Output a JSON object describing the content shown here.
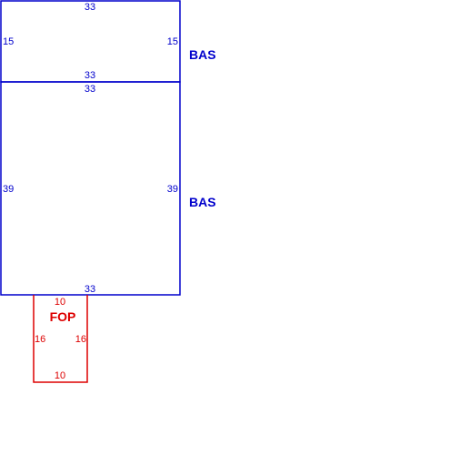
{
  "colors": {
    "bas": "#0000cc",
    "fop": "#dd0000",
    "background": "#ffffff"
  },
  "sections": {
    "bas_upper": {
      "label": "BAS",
      "top": "33",
      "bottom": "33",
      "left": "15",
      "right": "15"
    },
    "bas_lower": {
      "label": "BAS",
      "top": "33",
      "bottom": "33",
      "left": "39",
      "right": "39"
    },
    "fop": {
      "label": "FOP",
      "top": "10",
      "bottom": "10",
      "left": "16",
      "right": "16"
    }
  }
}
